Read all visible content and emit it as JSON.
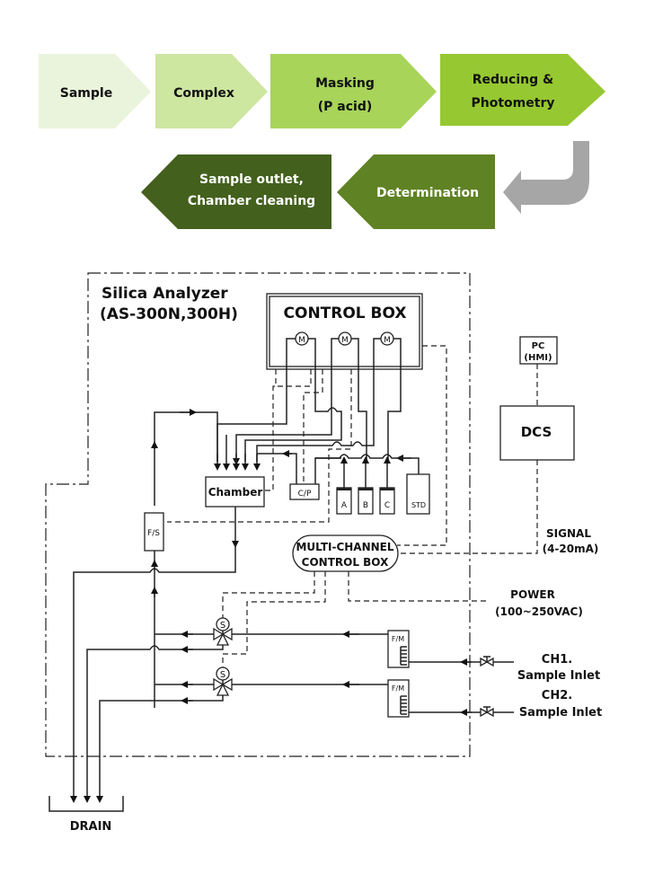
{
  "process_flow": {
    "steps": [
      {
        "label": "Sample",
        "color": "#eaf4dc",
        "text_color": "#111111"
      },
      {
        "label": "Complex",
        "color": "#cde6a0",
        "text_color": "#111111"
      },
      {
        "label": "Masking",
        "label2": "(P acid)",
        "color": "#a8d45a",
        "text_color": "#111111"
      },
      {
        "label": "Reducing &",
        "label2": "Photometry",
        "color": "#96c832",
        "text_color": "#111111"
      },
      {
        "label": "Determination",
        "color": "#5f8224",
        "text_color": "#ffffff"
      },
      {
        "label": "Sample outlet,",
        "label2": "Chamber cleaning",
        "color": "#43601d",
        "text_color": "#ffffff"
      }
    ],
    "turn_arrow_color": "#a6a6a6"
  },
  "diagram": {
    "title_line1": "Silica Analyzer",
    "title_line2": "(AS-300N,300H)",
    "control_box": "CONTROL BOX",
    "motor": "M",
    "chamber": "Chamber",
    "cp": "C/P",
    "reagents": [
      "A",
      "B",
      "C"
    ],
    "std": "STD",
    "fs": "F/S",
    "multi_channel_line1": "MULTI-CHANNEL",
    "multi_channel_line2": "CONTROL BOX",
    "solenoid": "S",
    "flowmeter": "F/M",
    "pc_line1": "PC",
    "pc_line2": "(HMI)",
    "dcs": "DCS",
    "signal_line1": "SIGNAL",
    "signal_line2": "(4-20mA)",
    "power_line1": "POWER",
    "power_line2": "(100~250VAC)",
    "ch1_line1": "CH1.",
    "ch1_line2": "Sample Inlet",
    "ch2_line1": "CH2.",
    "ch2_line2": "Sample Inlet",
    "drain": "DRAIN"
  }
}
